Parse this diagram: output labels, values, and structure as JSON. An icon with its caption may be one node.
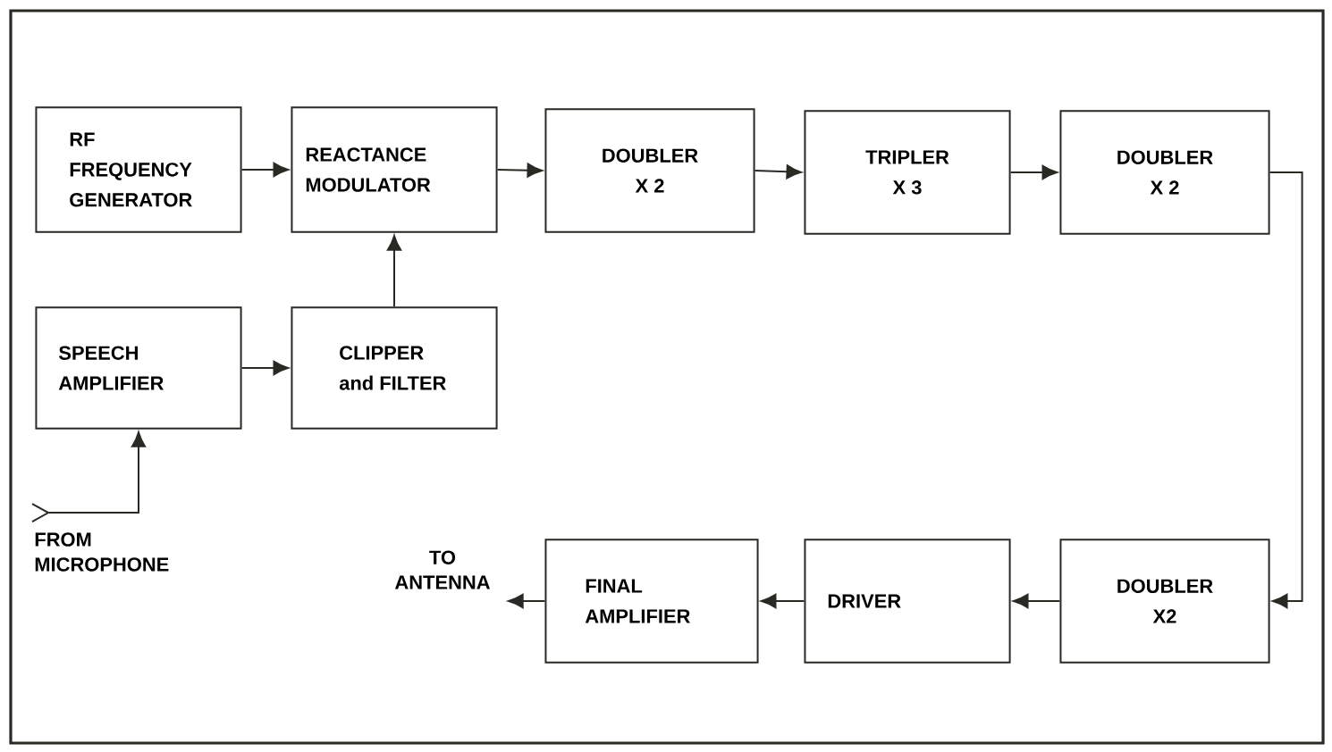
{
  "diagram": {
    "nodes": [
      {
        "text": [
          "RF FREQUENCY GENERATOR"
        ]
      },
      {
        "text": [
          "REACTANCE MODULATOR"
        ]
      },
      {
        "text": [
          "DOUBLER X 2"
        ]
      },
      {
        "text": [
          "TRIPLER X 3"
        ]
      },
      {
        "text": [
          "DOUBLER X 2"
        ]
      },
      {
        "text": [
          "SPEECH AMPLIFIER"
        ]
      },
      {
        "text": [
          "CLIPPER and FILTER"
        ]
      },
      {
        "text": [
          "FROM MICROPHONE"
        ]
      },
      {
        "text": [
          "TO ANTENNA"
        ]
      },
      {
        "text": [
          "FINAL AMPLIFIER"
        ]
      },
      {
        "text": [
          "DRIVER"
        ]
      },
      {
        "text": [
          "DOUBLER X2"
        ]
      }
    ],
    "edges": [
      {
        "from": 0,
        "to": 1,
        "arrow": "to"
      },
      {
        "from": 1,
        "to": 2,
        "arrow": "to"
      },
      {
        "from": 2,
        "to": 3,
        "arrow": "to"
      },
      {
        "from": 3,
        "to": 4,
        "arrow": "to"
      },
      {
        "from": 4,
        "to": 11,
        "arrow": "to"
      },
      {
        "from": 5,
        "to": 6,
        "arrow": "to"
      },
      {
        "from": 6,
        "to": 1,
        "arrow": "to"
      },
      {
        "from": 7,
        "to": 5,
        "arrow": "to"
      },
      {
        "from": 11,
        "to": 10,
        "arrow": "to"
      },
      {
        "from": 10,
        "to": 9,
        "arrow": "to"
      },
      {
        "from": 9,
        "to": 8,
        "arrow": "to"
      }
    ]
  }
}
